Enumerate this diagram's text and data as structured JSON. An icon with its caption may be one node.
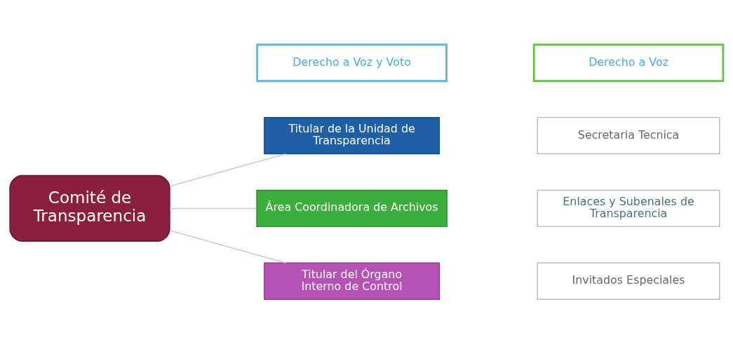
{
  "diagram": {
    "nodes": [
      {
        "text": [
          "Derecho a Voz y Voto"
        ]
      },
      {
        "text": [
          "Comité de Transparencia"
        ]
      },
      {
        "text": [
          "Titular de la Unidad de Transparencia"
        ]
      },
      {
        "text": [
          "Área Coordinadora de Archivos"
        ]
      },
      {
        "text": [
          "Titular del Órgano Interno de Control"
        ]
      },
      {
        "text": [
          "Derecho a Voz"
        ]
      },
      {
        "text": [
          "Secretaria Tecnica"
        ]
      },
      {
        "text": [
          "Enlaces y Subenales de Transparencia"
        ]
      },
      {
        "text": [
          "Invitados Especiales"
        ]
      }
    ],
    "edges": [
      {
        "from": 1,
        "to": 2,
        "arrow": "none"
      },
      {
        "from": 1,
        "to": 3,
        "arrow": "none"
      },
      {
        "from": 1,
        "to": 4,
        "arrow": "none"
      }
    ]
  }
}
